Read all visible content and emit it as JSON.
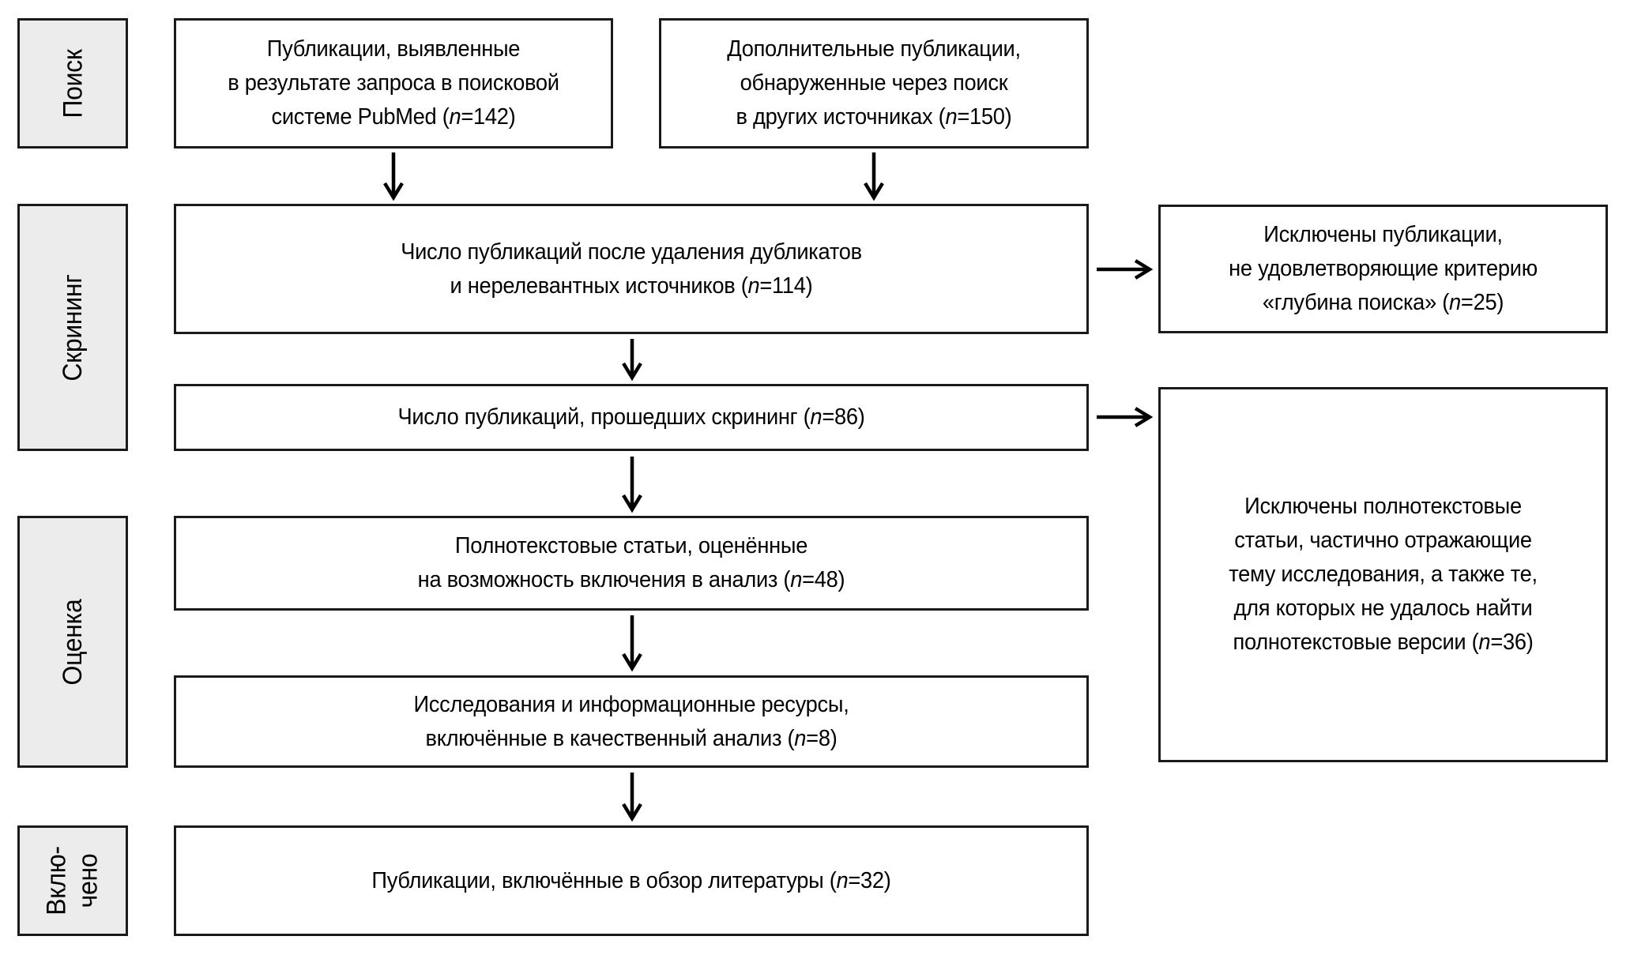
{
  "diagram": {
    "title_semantic": "PRISMA literature selection flow diagram (Russian)",
    "colors": {
      "background": "#ffffff",
      "box_border": "#1a1a1a",
      "stage_fill": "#ececec",
      "box_fill": "#ffffff",
      "arrow": "#000000",
      "text": "#000000"
    },
    "stages": [
      {
        "label": "Поиск"
      },
      {
        "label": "Скрининг"
      },
      {
        "label": "Оценка"
      },
      {
        "label": "Вклю-\nчено"
      }
    ],
    "main_boxes": [
      {
        "id": "pubmed",
        "lines": [
          "Публикации, выявленные",
          "в результате запроса в поисковой",
          "системе PubMed (n=142)"
        ]
      },
      {
        "id": "other-sources",
        "lines": [
          "Дополнительные публикации,",
          "обнаруженные через поиск",
          "в других источниках (n=150)"
        ]
      },
      {
        "id": "after-dedup",
        "lines": [
          "Число публикаций после удаления дубликатов",
          "и нерелевантных источников (n=114)"
        ]
      },
      {
        "id": "screened",
        "lines": [
          "Число публикаций, прошедших скрининг (n=86)"
        ]
      },
      {
        "id": "fulltext-assessed",
        "lines": [
          "Полнотекстовые статьи, оценённые",
          "на возможность включения в анализ (n=48)"
        ]
      },
      {
        "id": "qualitative",
        "lines": [
          "Исследования и информационные ресурсы,",
          "включённые в качественный анализ (n=8)"
        ]
      },
      {
        "id": "included",
        "lines": [
          "Публикации, включённые в обзор литературы (n=32)"
        ]
      }
    ],
    "excluded_boxes": [
      {
        "id": "excluded-search-depth",
        "lines": [
          "Исключены публикации,",
          "не удовлетворяющие критерию",
          "«глубина поиска» (n=25)"
        ]
      },
      {
        "id": "excluded-fulltext",
        "lines": [
          "Исключены полнотекстовые",
          "статьи, частично отражающие",
          "тему исследования, а также те,",
          "для которых не удалось найти",
          "полнотекстовые версии (n=36)"
        ]
      }
    ],
    "counts": {
      "pubmed": 142,
      "other_sources": 150,
      "after_dedup": 114,
      "screened": 86,
      "fulltext_assessed": 48,
      "qualitative": 8,
      "included": 32,
      "excluded_depth": 25,
      "excluded_fulltext": 36
    }
  }
}
